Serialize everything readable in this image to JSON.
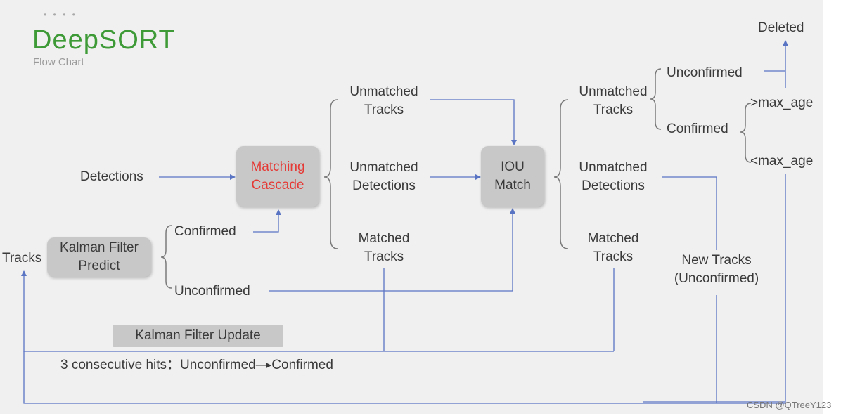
{
  "header": {
    "dots": "• • • •",
    "title": "DeepSORT",
    "subtitle": "Flow Chart"
  },
  "nodes": {
    "detections": "Detections",
    "tracks": "Tracks",
    "kalman_predict": [
      "Kalman Filter",
      "Predict"
    ],
    "matching_cascade": [
      "Matching",
      "Cascade"
    ],
    "confirmed_left": "Confirmed",
    "unconfirmed_left": "Unconfirmed",
    "unmatched_tracks_1": [
      "Unmatched",
      "Tracks"
    ],
    "unmatched_detections_1": [
      "Unmatched",
      "Detections"
    ],
    "matched_tracks_1": [
      "Matched",
      "Tracks"
    ],
    "iou_match": [
      "IOU",
      "Match"
    ],
    "unmatched_tracks_2": [
      "Unmatched",
      "Tracks"
    ],
    "unmatched_detections_2": [
      "Unmatched",
      "Detections"
    ],
    "matched_tracks_2": [
      "Matched",
      "Tracks"
    ],
    "unconfirmed_right": "Unconfirmed",
    "confirmed_right": "Confirmed",
    "gt_max_age": ">max_age",
    "lt_max_age": "<max_age",
    "deleted": "Deleted",
    "new_tracks": [
      "New Tracks",
      "(Unconfirmed)"
    ],
    "kalman_update": "Kalman Filter Update",
    "consecutive_hits": "3 consecutive hits：Unconfirmed",
    "consecutive_hits_end": "Confirmed"
  },
  "colors": {
    "title": "#3d9a36",
    "cascade_text": "#e53935",
    "arrow": "#5a74c4",
    "box": "#c8c8c8"
  },
  "watermark": "CSDN @QTreeY123"
}
